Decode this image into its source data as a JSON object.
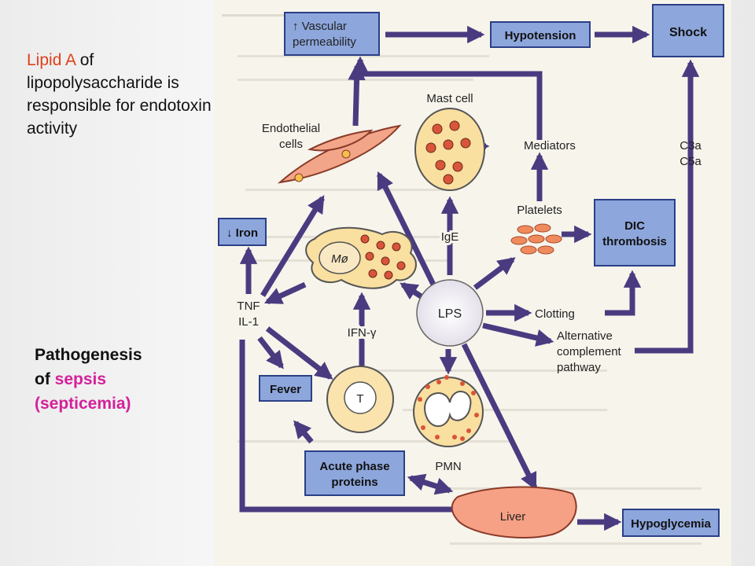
{
  "captions": {
    "lipid_a_prefix": "Lipid A",
    "lipid_a_rest": " of lipopolysaccharide is responsible for endotoxin activity",
    "pathogenesis_line1": "Pathogenesis",
    "pathogenesis_of": "of ",
    "pathogenesis_sepsis": "sepsis",
    "pathogenesis_septicemia": "(septicemia)"
  },
  "diagram": {
    "outcome_boxes": {
      "vascular_line1": "↑ Vascular",
      "vascular_line2": "permeability",
      "hypotension": "Hypotension",
      "shock": "Shock",
      "iron": "↓ Iron",
      "dic_line1": "DIC",
      "dic_line2": "thrombosis",
      "fever": "Fever",
      "acute_line1": "Acute phase",
      "acute_line2": "proteins",
      "hypoglycemia": "Hypoglycemia"
    },
    "cells": {
      "endothelial_line1": "Endothelial",
      "endothelial_line2": "cells",
      "mast_cell": "Mast cell",
      "macrophage": "Mø",
      "t_cell": "T",
      "pmn": "PMN",
      "platelets": "Platelets",
      "liver": "Liver",
      "lps": "LPS"
    },
    "labels": {
      "mediators": "Mediators",
      "c3a": "C3a",
      "c5a": "C5a",
      "ige": "IgE",
      "tnf": "TNF",
      "il1": "IL-1",
      "ifn": "IFN-γ",
      "clotting": "Clotting",
      "alt_line1": "Alternative",
      "alt_line2": "complement",
      "alt_line3": "pathway"
    },
    "colors": {
      "box_fill": "#8da6dc",
      "box_stroke": "#2b3f86",
      "arrow": "#4a3b80",
      "cell_fill": "#f9dfa0",
      "granule": "#d8553a",
      "endothelial": "#f3a58a",
      "liver": "#f6a085"
    }
  }
}
